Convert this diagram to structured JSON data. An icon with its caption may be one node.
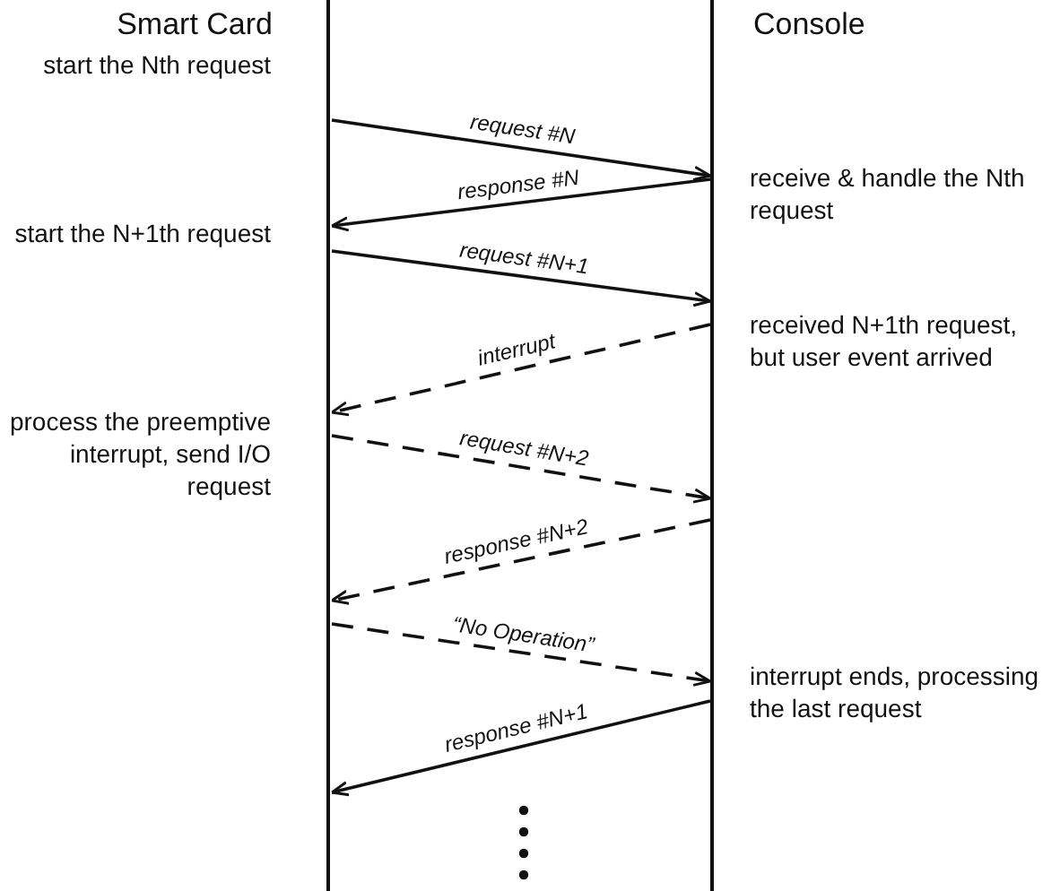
{
  "diagram": {
    "nodes": [
      {
        "text": [
          "Smart Card"
        ]
      },
      {
        "text": [
          "Console"
        ]
      }
    ],
    "edges": [
      {
        "from": 0,
        "to": 1,
        "arrow": "to",
        "label": "request #N"
      },
      {
        "from": 1,
        "to": 0,
        "arrow": "to",
        "label": "response #N"
      },
      {
        "from": 0,
        "to": 1,
        "arrow": "to",
        "label": "request #N+1"
      },
      {
        "from": 1,
        "to": 0,
        "arrow": "to",
        "label": "interrupt",
        "style": "dashed"
      },
      {
        "from": 0,
        "to": 1,
        "arrow": "to",
        "label": "request #N+2",
        "style": "dashed"
      },
      {
        "from": 1,
        "to": 0,
        "arrow": "to",
        "label": "response #N+2",
        "style": "dashed"
      },
      {
        "from": 0,
        "to": 1,
        "arrow": "to",
        "label": "“No Operation”",
        "style": "dashed"
      },
      {
        "from": 1,
        "to": 0,
        "arrow": "to",
        "label": "response #N+1"
      }
    ],
    "labels": [
      "start the Nth request",
      "receive & handle the Nth request",
      "start the N+1th request",
      "received N+1th request, but user event arrived",
      "process the preemptive interrupt, send I/O request",
      "interrupt ends, processing the last request"
    ]
  }
}
